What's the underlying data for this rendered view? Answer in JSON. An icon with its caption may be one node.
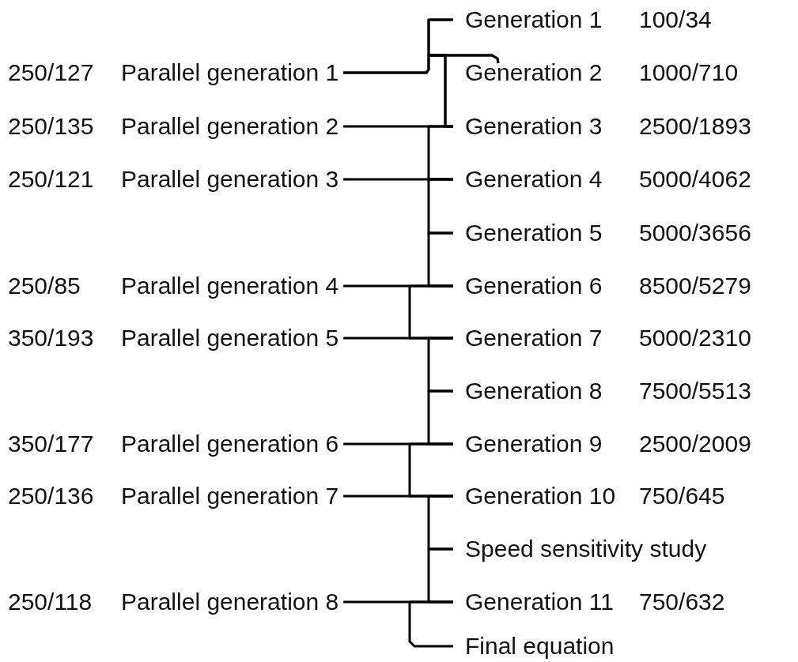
{
  "diagram": {
    "nodes": [
      {
        "text": [
          "Generation 1"
        ],
        "beside": [
          "100/34"
        ]
      },
      {
        "text": [
          "Parallel generation 1"
        ],
        "beside": [
          "250/127"
        ]
      },
      {
        "text": [
          "Generation 2"
        ],
        "beside": [
          "1000/710"
        ]
      },
      {
        "text": [
          "Parallel generation 2"
        ],
        "beside": [
          "250/135"
        ]
      },
      {
        "text": [
          "Generation 3"
        ],
        "beside": [
          "2500/1893"
        ]
      },
      {
        "text": [
          "Parallel generation 3"
        ],
        "beside": [
          "250/121"
        ]
      },
      {
        "text": [
          "Generation 4"
        ],
        "beside": [
          "5000/4062"
        ]
      },
      {
        "text": [
          "Generation 5"
        ],
        "beside": [
          "5000/3656"
        ]
      },
      {
        "text": [
          "Parallel generation 4"
        ],
        "beside": [
          "250/85"
        ]
      },
      {
        "text": [
          "Generation 6"
        ],
        "beside": [
          "8500/5279"
        ]
      },
      {
        "text": [
          "Parallel generation 5"
        ],
        "beside": [
          "350/193"
        ]
      },
      {
        "text": [
          "Generation 7"
        ],
        "beside": [
          "5000/2310"
        ]
      },
      {
        "text": [
          "Generation 8"
        ],
        "beside": [
          "7500/5513"
        ]
      },
      {
        "text": [
          "Parallel generation 6"
        ],
        "beside": [
          "350/177"
        ]
      },
      {
        "text": [
          "Generation 9"
        ],
        "beside": [
          "2500/2009"
        ]
      },
      {
        "text": [
          "Parallel generation 7"
        ],
        "beside": [
          "250/136"
        ]
      },
      {
        "text": [
          "Generation 10"
        ],
        "beside": [
          "750/645"
        ]
      },
      {
        "text": [
          "Speed sensitivity study"
        ]
      },
      {
        "text": [
          "Parallel generation 8"
        ],
        "beside": [
          "250/118"
        ]
      },
      {
        "text": [
          "Generation 11"
        ],
        "beside": [
          "750/632"
        ]
      },
      {
        "text": [
          "Final equation"
        ]
      }
    ],
    "edges": [
      {
        "from": 0,
        "to": 2,
        "arrow": "none"
      },
      {
        "from": 1,
        "to": 2,
        "arrow": "none"
      },
      {
        "from": 0,
        "to": 4,
        "arrow": "none"
      },
      {
        "from": 1,
        "to": 4,
        "arrow": "none"
      },
      {
        "from": 3,
        "to": 4,
        "arrow": "none"
      },
      {
        "from": 4,
        "to": 6,
        "arrow": "none"
      },
      {
        "from": 5,
        "to": 6,
        "arrow": "none"
      },
      {
        "from": 6,
        "to": 7,
        "arrow": "none"
      },
      {
        "from": 7,
        "to": 9,
        "arrow": "none"
      },
      {
        "from": 8,
        "to": 9,
        "arrow": "none"
      },
      {
        "from": 9,
        "to": 11,
        "arrow": "none"
      },
      {
        "from": 10,
        "to": 11,
        "arrow": "none"
      },
      {
        "from": 11,
        "to": 12,
        "arrow": "none"
      },
      {
        "from": 12,
        "to": 14,
        "arrow": "none"
      },
      {
        "from": 13,
        "to": 14,
        "arrow": "none"
      },
      {
        "from": 14,
        "to": 16,
        "arrow": "none"
      },
      {
        "from": 15,
        "to": 16,
        "arrow": "none"
      },
      {
        "from": 16,
        "to": 17,
        "arrow": "none"
      },
      {
        "from": 17,
        "to": 19,
        "arrow": "none"
      },
      {
        "from": 18,
        "to": 19,
        "arrow": "none"
      },
      {
        "from": 19,
        "to": 20,
        "arrow": "none"
      }
    ]
  }
}
